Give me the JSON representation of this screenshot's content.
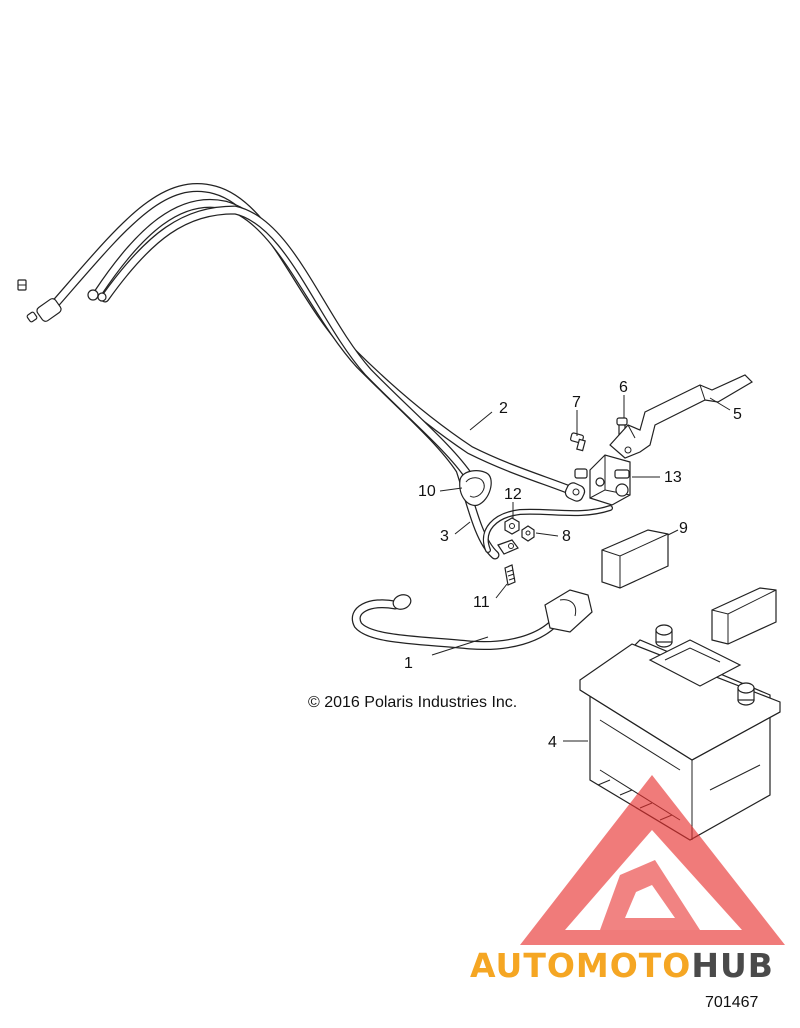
{
  "callouts": {
    "c1": "1",
    "c2": "2",
    "c3": "3",
    "c4": "4",
    "c5": "5",
    "c6": "6",
    "c7": "7",
    "c8": "8",
    "c9": "9",
    "c10": "10",
    "c11": "11",
    "c12": "12",
    "c13": "13"
  },
  "copyright": "© 2016 Polaris Industries Inc.",
  "drawing_id": "701467",
  "watermark": {
    "part1": "AUTOMOTO",
    "part2": "HUB",
    "color_part1": "#f5a623",
    "color_part2": "#4a4a4a",
    "logo_color": "#e8302f"
  }
}
